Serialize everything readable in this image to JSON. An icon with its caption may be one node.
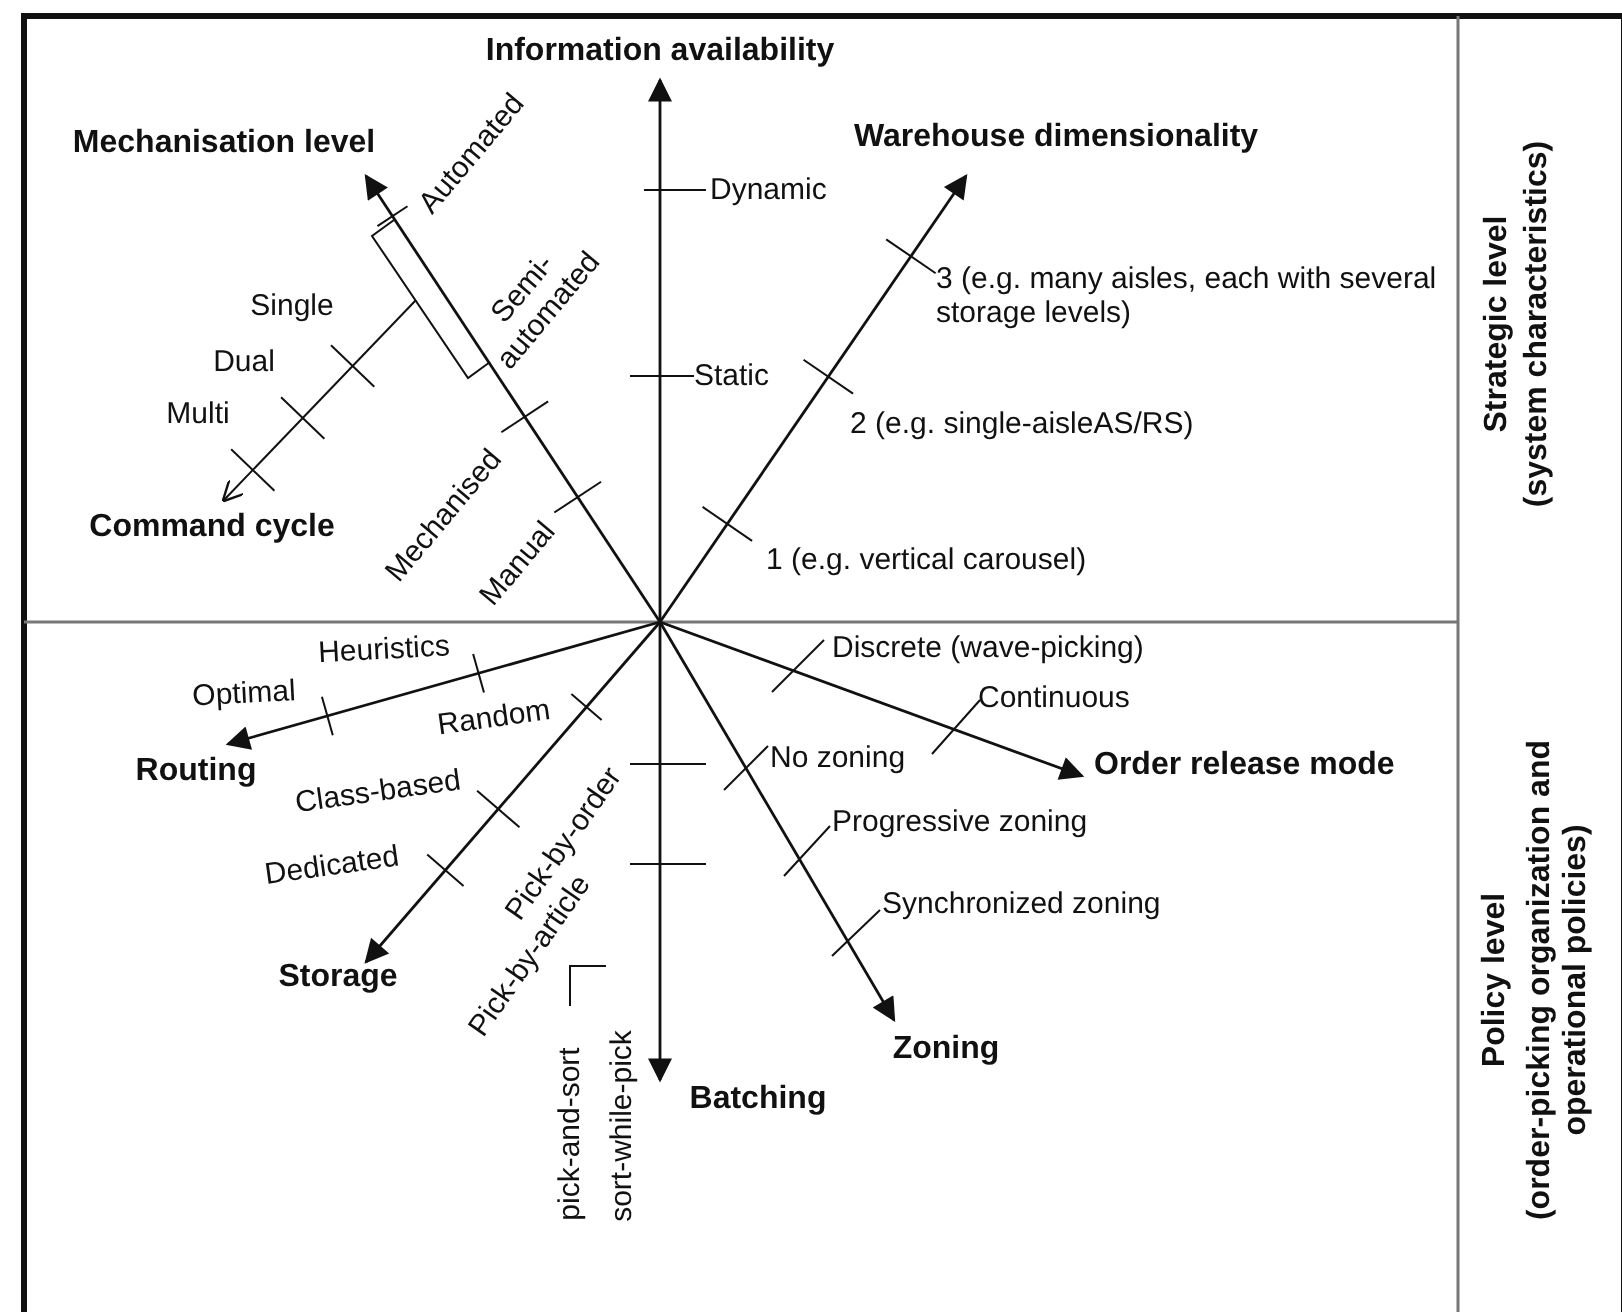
{
  "diagram": {
    "labels": [
      "Information availability",
      "Mechanisation level",
      "Automated",
      "Semi- automated",
      "Single",
      "Dual",
      "Multi",
      "Command cycle",
      "Mechanised",
      "Manual",
      "Dynamic",
      "Warehouse dimensionality",
      "3 (e.g. many aisles, each with several storage levels)",
      "Static",
      "2 (e.g. single-aisleAS/RS)",
      "1 (e.g. vertical carousel)",
      "Strategic level",
      "(system characteristics)",
      "Heuristics",
      "Optimal",
      "Random",
      "Routing",
      "Class-based",
      "Dedicated",
      "Storage",
      "Pick-by-order",
      "Pick-by-article",
      "sort-while-pick",
      "pick-and-sort",
      "Batching",
      "Discrete (wave-picking)",
      "Continuous",
      "No zoning",
      "Order release mode",
      "Progressive zoning",
      "Synchronized zoning",
      "Zoning",
      "Policy level",
      "(order-picking organization and operational policies)"
    ]
  }
}
